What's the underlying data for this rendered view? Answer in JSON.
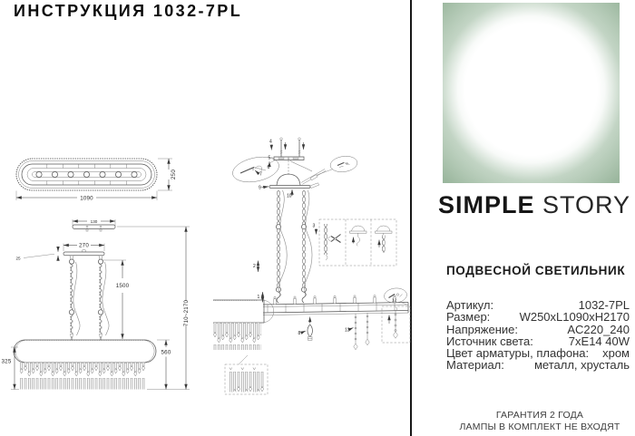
{
  "title": "ИНСТРУКЦИЯ 1032-7PL",
  "brand": {
    "word1": "SIMPLE",
    "word2": "STORY",
    "logo_green": "#a6c2a9"
  },
  "product": {
    "heading": "ПОДВЕСНОЙ СВЕТИЛЬНИК",
    "specs": [
      {
        "label": "Артикул:",
        "value": "1032-7PL"
      },
      {
        "label": "Размер:",
        "value": "W250xL1090xH2170"
      },
      {
        "label": "Напряжение:",
        "value": "AC220_240"
      },
      {
        "label": "Источник света:",
        "value": "7xE14 40W"
      },
      {
        "label": "Цвет арматуры, плафона:",
        "value": "хром"
      },
      {
        "label": "Материал:",
        "value": "металл, хрусталь"
      }
    ]
  },
  "footer": {
    "line1": "ГАРАНТИЯ 2 ГОДА",
    "line2": "ЛАМПЫ В КОМПЛЕКТ НЕ ВХОДЯТ"
  },
  "dimensions": {
    "top_view": {
      "length": "1090",
      "width": "250"
    },
    "front_view": {
      "canopy_plate": "130",
      "hanger_spacing": "270",
      "canopy_thickness": "25",
      "chain": "1500",
      "body_height": "560",
      "crystal_height": "325",
      "overall_height": "710~2170"
    }
  },
  "callouts": {
    "n1": "1",
    "n2": "2",
    "n3": "3",
    "n4": "4",
    "n5": "5",
    "n6": "6",
    "n7": "7",
    "n8": "8",
    "n9": "9",
    "n10": "10",
    "n12": "12",
    "n13": "13"
  }
}
